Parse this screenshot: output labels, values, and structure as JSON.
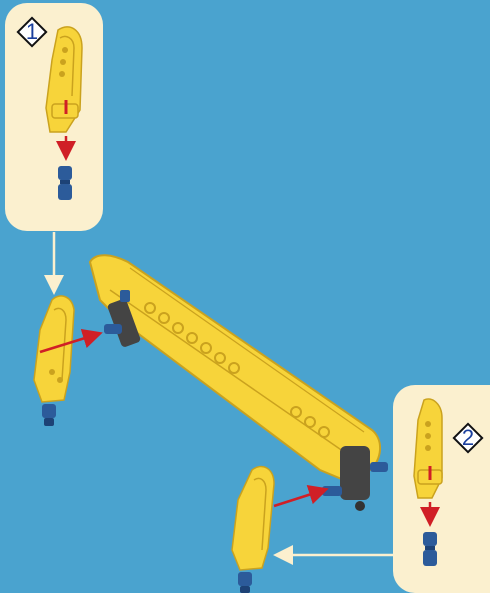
{
  "steps": [
    {
      "number": "1"
    },
    {
      "number": "2"
    }
  ],
  "colors": {
    "background": "#4aa3cf",
    "panel": "#fbf0cf",
    "part_yellow": "#f7d43a",
    "part_shadow": "#caa21e",
    "pin_blue": "#2c5b9a",
    "axle_dark": "#444444",
    "arrow_red": "#d01f26",
    "arrow_white": "#fbf0cf"
  },
  "icons": [
    "step-badge-diamond",
    "technic-panel",
    "blue-pin",
    "technic-beam",
    "connector-hub"
  ]
}
